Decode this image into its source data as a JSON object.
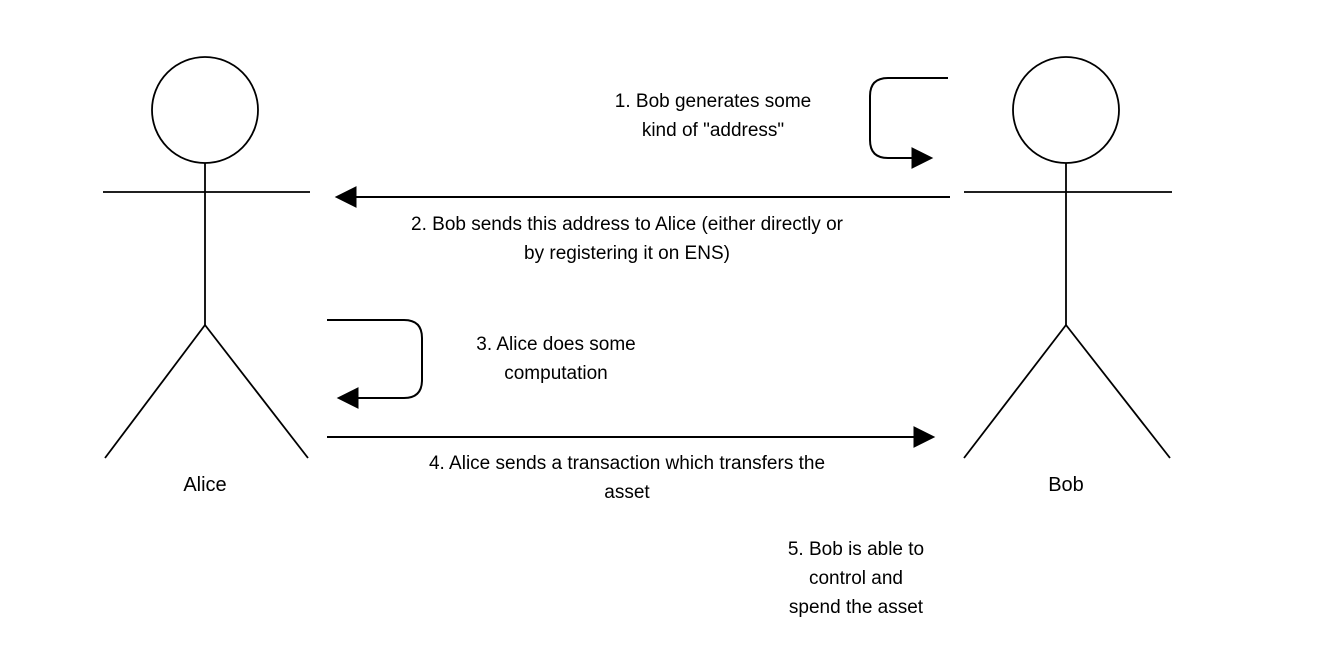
{
  "diagram": {
    "actors": {
      "alice": {
        "label": "Alice"
      },
      "bob": {
        "label": "Bob"
      }
    },
    "steps": {
      "step1": "1. Bob generates some\nkind of \"address\"",
      "step2": "2. Bob sends this address to Alice (either directly or\nby registering it on ENS)",
      "step3": "3. Alice does some\ncomputation",
      "step4": "4. Alice sends a transaction which transfers the\nasset",
      "step5": "5. Bob is able to\ncontrol and\nspend the asset"
    },
    "colors": {
      "stroke": "#000000",
      "background": "#ffffff"
    }
  }
}
